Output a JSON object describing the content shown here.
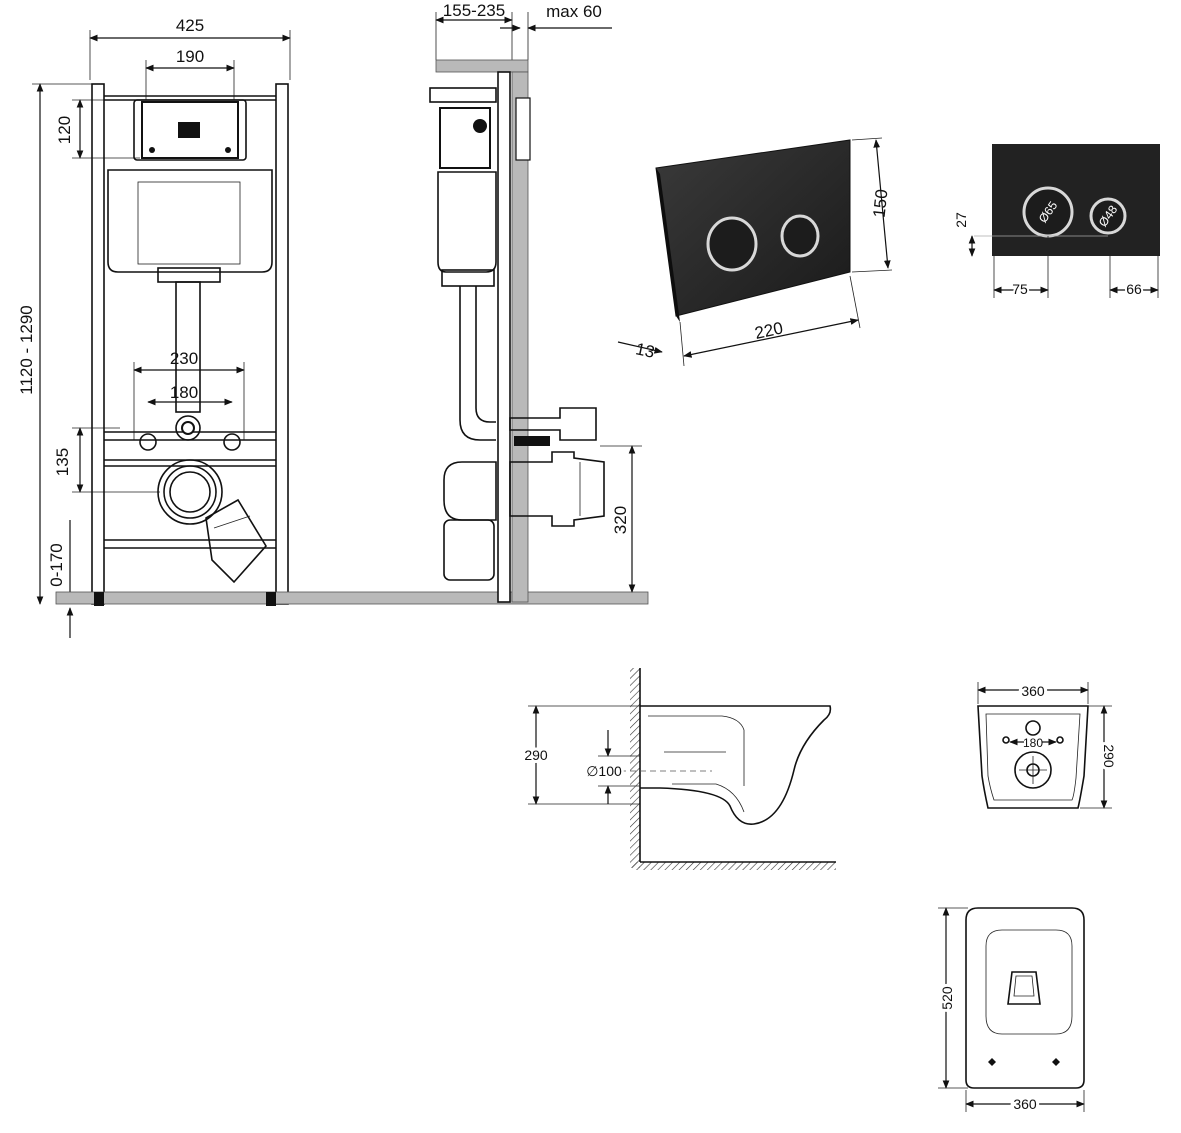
{
  "frame_front": {
    "width": "425",
    "plate_width": "190",
    "height_range": "1120 - 1290",
    "top_offset": "120",
    "pipe_spacing_outer": "230",
    "pipe_spacing_inner": "180",
    "outlet_height": "135",
    "foot_adjust": "0-170"
  },
  "frame_side": {
    "depth_range": "155-235",
    "max_depth": "max 60",
    "outlet_center_height": "320"
  },
  "flush_plate": {
    "height": "150",
    "width": "220",
    "thickness": "13"
  },
  "flush_buttons": {
    "vertical_offset": "27",
    "left_offset": "75",
    "right_offset": "66",
    "large_button": "Ø65",
    "small_button": "Ø48"
  },
  "bowl_side": {
    "height": "290",
    "outlet": "∅100"
  },
  "bowl_back": {
    "width": "360",
    "height": "290",
    "bolt_spacing": "180"
  },
  "bowl_top": {
    "length": "520",
    "width": "360"
  }
}
